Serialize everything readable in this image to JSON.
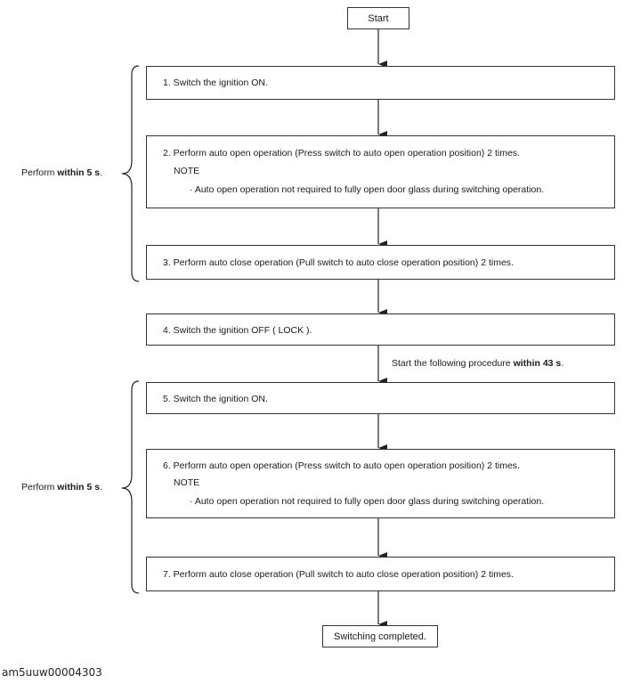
{
  "start_label": "Start",
  "end_label": "Switching completed.",
  "steps": [
    {
      "text": "1. Switch the ignition ON."
    },
    {
      "text": "2. Perform auto open operation (Press switch to auto open operation position) 2 times.",
      "note_label": "NOTE",
      "note_text": "· Auto open operation not required to fully open door glass during switching operation."
    },
    {
      "text": "3. Perform auto close operation (Pull switch to auto close operation position) 2 times."
    },
    {
      "text": "4. Switch the ignition OFF ( LOCK )."
    },
    {
      "text": "5. Switch the ignition ON."
    },
    {
      "text": "6. Perform auto open operation (Press switch to auto open operation position) 2 times.",
      "note_label": "NOTE",
      "note_text": "· Auto open operation not required to fully open door glass during switching operation."
    },
    {
      "text": "7. Perform auto close operation (Pull switch to auto close operation position) 2 times."
    }
  ],
  "group_labels": [
    {
      "prefix": "Perform ",
      "bold": "within 5 s",
      "suffix": "."
    },
    {
      "prefix": "Perform ",
      "bold": "within 5 s",
      "suffix": "."
    }
  ],
  "interval_label": {
    "prefix": "Start the following procedure ",
    "bold": "within 43 s",
    "suffix": "."
  },
  "caption": "am5uuw00004303"
}
